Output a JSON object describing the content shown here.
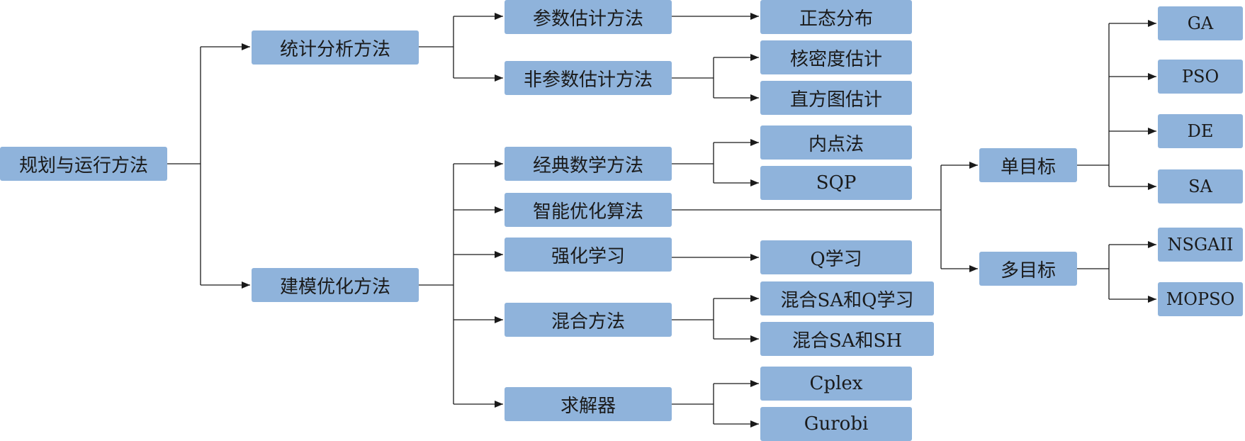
{
  "diagram": {
    "root": "规划与运行方法",
    "level1": {
      "stat": "统计分析方法",
      "model": "建模优化方法"
    },
    "level2": {
      "param": "参数估计方法",
      "nonparam": "非参数估计方法",
      "classic": "经典数学方法",
      "intel": "智能优化算法",
      "rl": "强化学习",
      "hybrid": "混合方法",
      "solver": "求解器"
    },
    "level3": {
      "normal": "正态分布",
      "kde": "核密度估计",
      "hist": "直方图估计",
      "ipm": "内点法",
      "sqp": "SQP",
      "q": "Q学习",
      "saq": "混合SA和Q学习",
      "sash": "混合SA和SH",
      "cplex": "Cplex",
      "gurobi": "Gurobi",
      "single": "单目标",
      "multi": "多目标"
    },
    "level4": {
      "ga": "GA",
      "pso": "PSO",
      "de": "DE",
      "sa": "SA",
      "nsga": "NSGAII",
      "mopso": "MOPSO"
    },
    "colors": {
      "node_fill": "#8fb3db",
      "line": "#1a1a1a"
    }
  }
}
